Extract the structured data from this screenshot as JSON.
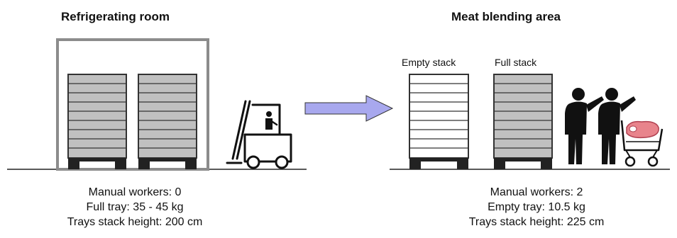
{
  "left": {
    "title": "Refrigerating room",
    "lines": [
      "Manual workers: 0",
      "Full tray: 35 - 45 kg",
      "Trays stack height: 200 cm"
    ]
  },
  "right": {
    "title": "Meat blending area",
    "empty_stack_label": "Empty stack",
    "full_stack_label": "Full stack",
    "lines": [
      "Manual workers: 2",
      "Empty tray: 10.5 kg",
      "Trays stack height: 225 cm"
    ]
  },
  "colors": {
    "tray_fill": "#c0c0c0",
    "room_border": "#8c8c8c",
    "arrow_fill": "#a8a8ee",
    "meat": "#e8848c"
  },
  "icons": [
    "forklift-icon",
    "worker-icon",
    "meat-cart-icon",
    "arrow-right-icon"
  ]
}
